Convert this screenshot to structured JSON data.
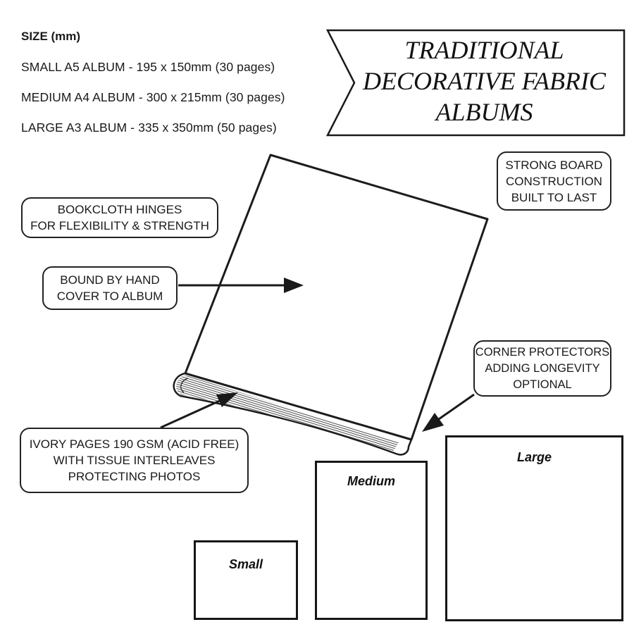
{
  "colors": {
    "ink": "#1a1a1a",
    "background": "#ffffff"
  },
  "size_info": {
    "title": "SIZE (mm)",
    "items": [
      "SMALL A5 ALBUM - 195 x 150mm (30 pages)",
      "MEDIUM A4 ALBUM - 300 x 215mm (30 pages)",
      "LARGE A3 ALBUM - 335 x 350mm (50 pages)"
    ]
  },
  "banner": {
    "lines": [
      "TRADITIONAL",
      "DECORATIVE FABRIC",
      "ALBUMS"
    ]
  },
  "callouts": {
    "bookcloth_hinges": {
      "lines": [
        "BOOKCLOTH HINGES",
        "FOR FLEXIBILITY & STRENGTH"
      ]
    },
    "bound_by_hand": {
      "lines": [
        "BOUND BY HAND",
        "COVER TO ALBUM"
      ]
    },
    "strong_board": {
      "lines": [
        "STRONG BOARD",
        "CONSTRUCTION",
        "BUILT TO LAST"
      ]
    },
    "corner_protectors": {
      "lines": [
        "CORNER PROTECTORS",
        "ADDING LONGEVITY",
        "OPTIONAL"
      ]
    },
    "ivory_pages": {
      "lines": [
        "IVORY PAGES 190 GSM (ACID FREE)",
        "WITH TISSUE INTERLEAVES",
        "PROTECTING PHOTOS"
      ]
    }
  },
  "size_boxes": [
    {
      "label": "Small"
    },
    {
      "label": "Medium"
    },
    {
      "label": "Large"
    }
  ]
}
